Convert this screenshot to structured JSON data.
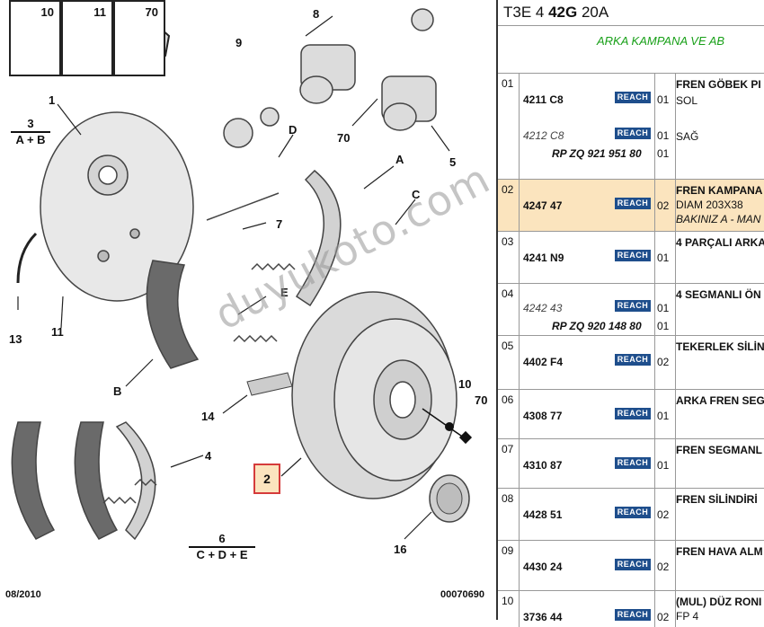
{
  "diagram": {
    "box_parts": [
      "10",
      "11",
      "70"
    ],
    "callouts": [
      "9",
      "8",
      "1",
      "3",
      "A + B",
      "70",
      "5",
      "D",
      "A",
      "7",
      "C",
      "E",
      "13",
      "11",
      "B",
      "14",
      "10",
      "70",
      "4",
      "6",
      "C + D + E",
      "16"
    ],
    "selected_part": "2",
    "footer_left": "08/2010",
    "footer_right": "00070690",
    "watermark": "duyukoto.com"
  },
  "panel": {
    "title_pre": "T3E 4 ",
    "title_bold": "42G",
    "title_post": " 20A",
    "subtitle": "ARKA KAMPANA VE AB",
    "badge_label": "REACH",
    "rows": [
      {
        "idx": "01",
        "ref": "4211 C8",
        "mark": "01",
        "desc": "FREN GÖBEK PI",
        "alt_ref": "4212 C8",
        "alt_mark": "01",
        "desc2": "SOL",
        "desc3": "SAĞ",
        "rp": "RP ZQ 921 951 80",
        "rp_mark": "01"
      },
      {
        "idx": "02",
        "ref": "4247 47",
        "mark": "02",
        "desc": "FREN KAMPANA",
        "desc2": "DIAM 203X38",
        "desc3": "BAKINIZ A - MAN"
      },
      {
        "idx": "03",
        "ref": "4241 N9",
        "mark": "01",
        "desc": "4 PARÇALI ARKA"
      },
      {
        "idx": "04",
        "ref": "4242 43",
        "mark": "01",
        "desc": "4 SEGMANLI ÖN",
        "rp": "RP ZQ 920 148 80",
        "rp_mark": "01"
      },
      {
        "idx": "05",
        "ref": "4402 F4",
        "mark": "02",
        "desc": "TEKERLEK SİLİN"
      },
      {
        "idx": "06",
        "ref": "4308 77",
        "mark": "01",
        "desc": "ARKA FREN SEG"
      },
      {
        "idx": "07",
        "ref": "4310 87",
        "mark": "01",
        "desc": "FREN SEGMANL"
      },
      {
        "idx": "08",
        "ref": "4428 51",
        "mark": "02",
        "desc": "FREN SİLİNDİRİ"
      },
      {
        "idx": "09",
        "ref": "4430 24",
        "mark": "02",
        "desc": "FREN HAVA ALM"
      },
      {
        "idx": "10",
        "ref": "3736 44",
        "mark": "02",
        "desc": "(MUL) DÜZ RONI",
        "desc2": "FP 4"
      }
    ]
  }
}
